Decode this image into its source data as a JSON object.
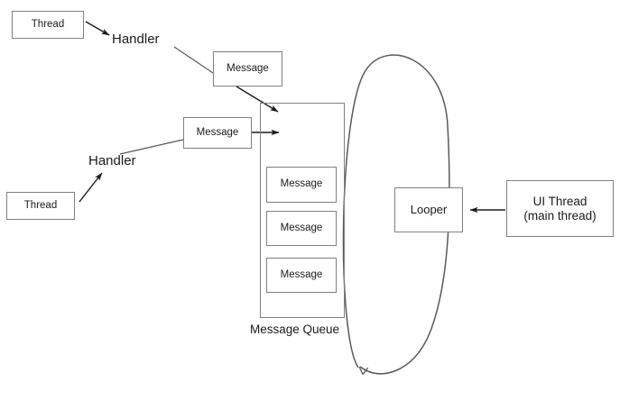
{
  "diagram": {
    "title": "Android Handler / Looper / MessageQueue diagram",
    "background_color": "#ffffff",
    "stroke_color": "#595959",
    "box_border_color": "#808080",
    "text_color": "#1a1a1a"
  },
  "nodes": {
    "thread_top": {
      "label": "Thread"
    },
    "thread_bottom": {
      "label": "Thread"
    },
    "message_top": {
      "label": "Message"
    },
    "message_mid": {
      "label": "Message"
    },
    "queue_message_1": {
      "label": "Message"
    },
    "queue_message_2": {
      "label": "Message"
    },
    "queue_message_3": {
      "label": "Message"
    },
    "looper": {
      "label": "Looper"
    },
    "ui_thread": {
      "label": "UI Thread\n(main thread)"
    }
  },
  "labels": {
    "handler_top": "Handler",
    "handler_bottom": "Handler",
    "message_queue_caption": "Message Queue"
  },
  "connections": [
    {
      "from": "thread_top",
      "to": "handler_top",
      "arrow": "filled"
    },
    {
      "from": "handler_top",
      "to": "message_top",
      "arrow": "none"
    },
    {
      "from": "message_top",
      "to": "message_queue",
      "arrow": "filled"
    },
    {
      "from": "thread_bottom",
      "to": "handler_bottom",
      "arrow": "filled"
    },
    {
      "from": "handler_bottom",
      "to": "message_mid",
      "arrow": "none"
    },
    {
      "from": "message_mid",
      "to": "message_queue",
      "arrow": "filled"
    },
    {
      "from": "ui_thread",
      "to": "looper",
      "arrow": "filled"
    },
    {
      "from": "looper",
      "to": "looper",
      "arrow": "open",
      "shape": "ellipse-loop"
    }
  ]
}
